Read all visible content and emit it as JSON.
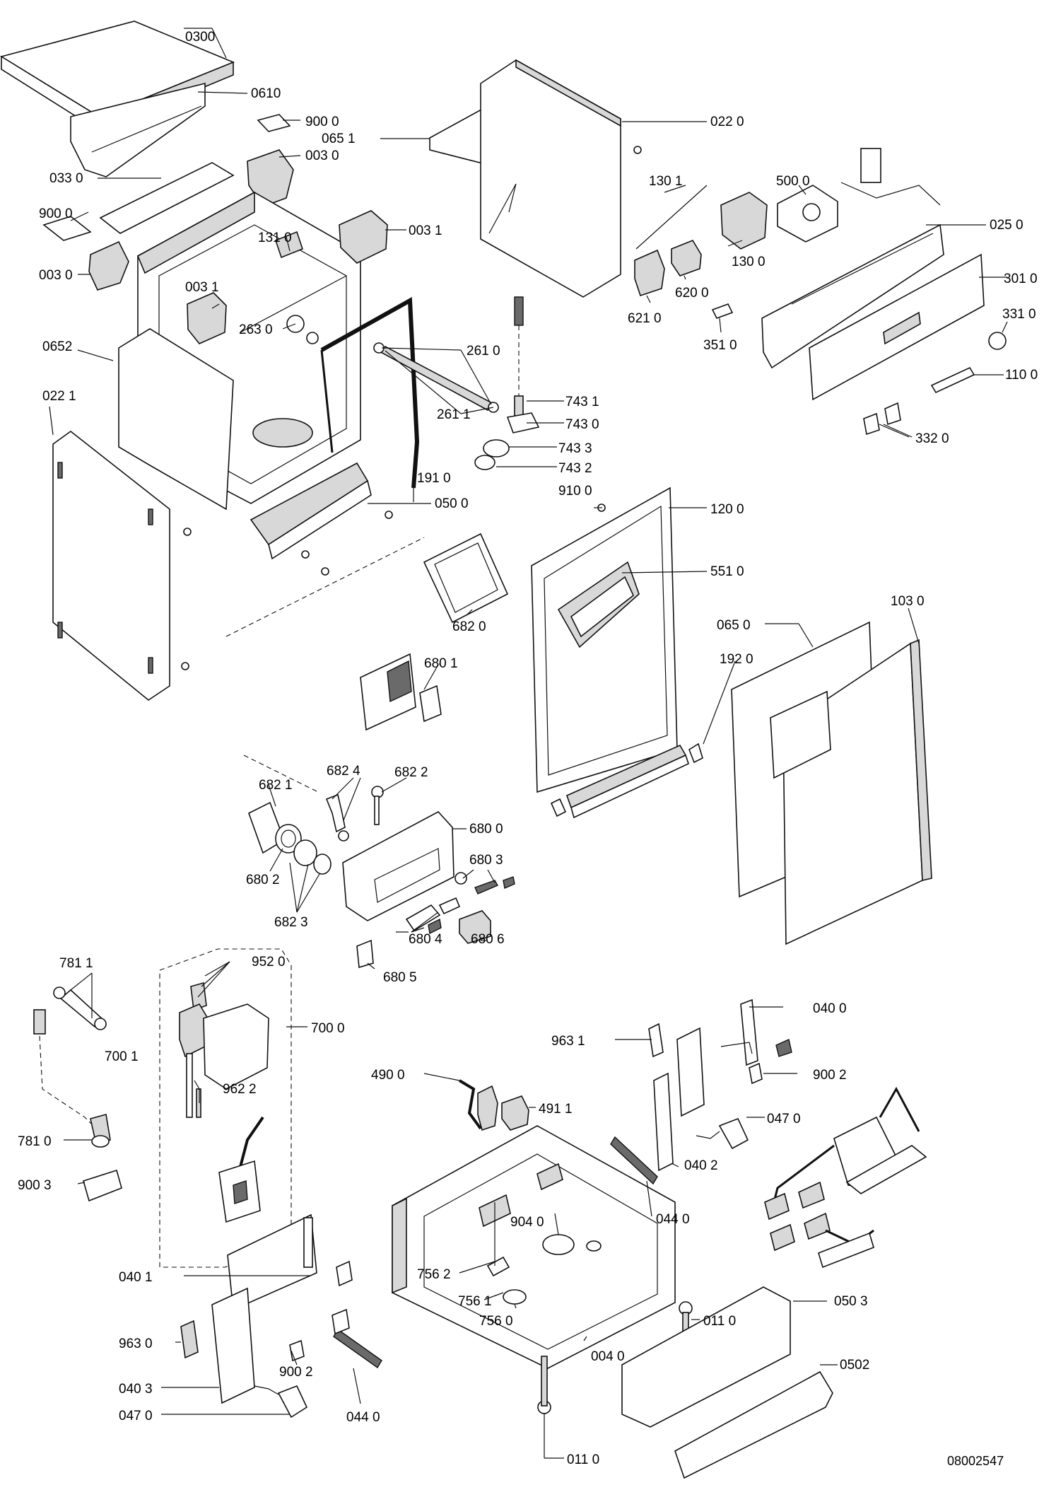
{
  "labels": {
    "l0300": "0300",
    "l0610": "0610",
    "l9000a": "900 0",
    "l0030a": "003 0",
    "l0330": "033 0",
    "l9000b": "900 0",
    "l0030b": "003 0",
    "l0031a": "003 1",
    "l1310": "131 0",
    "l0031b": "003 1",
    "l2630": "263 0",
    "l0652": "0652",
    "l0221": "022 1",
    "l0651": "065 1",
    "l0220": "022 0",
    "l1301a": "130 1",
    "l5000": "500 0",
    "l0250": "025 0",
    "l1300": "130 0",
    "l3010": "301 0",
    "l6200": "620 0",
    "l6210": "621 0",
    "l3310": "331 0",
    "l3510": "351 0",
    "l2610": "261 0",
    "l1100": "110 0",
    "l7431": "743 1",
    "l7430": "743 0",
    "l2611": "261 1",
    "l7433": "743 3",
    "l3320": "332 0",
    "l7432": "743 2",
    "l1910": "191 0",
    "l9100": "910 0",
    "l0500": "050 0",
    "l1200": "120 0",
    "l5510": "551 0",
    "l1030": "103 0",
    "l0650": "065 0",
    "l6820": "682 0",
    "l6801": "680 1",
    "l1920": "192 0",
    "l6824": "682 4",
    "l6822": "682 2",
    "l6821": "682 1",
    "l6800": "680 0",
    "l6803": "680 3",
    "l6802": "680 2",
    "l6823": "682 3",
    "l6804": "680 4",
    "l6806": "680 6",
    "l6805": "680 5",
    "l7811": "781 1",
    "l9520": "952 0",
    "l7000": "700 0",
    "l7001": "700 1",
    "l9622": "962 2",
    "l7810": "781 0",
    "l9003": "900 3",
    "l0400": "040 0",
    "l9631a": "963 1",
    "l9002a": "900 2",
    "l4900": "490 0",
    "l4911": "491 1",
    "l0470a": "047 0",
    "l0402": "040 2",
    "l0440a": "044 0",
    "l9040": "904 0",
    "l0401": "040 1",
    "l7562": "756 2",
    "l7561": "756 1",
    "l7560": "756 0",
    "l0110a": "011 0",
    "l0503": "050 3",
    "l9630": "963 0",
    "l9002b": "900 2",
    "l0040": "004 0",
    "l0502": "0502",
    "l0403": "040 3",
    "l0470b": "047 0",
    "l0440b": "044 0",
    "l0110b": "011 0"
  },
  "document_number": "08002547"
}
